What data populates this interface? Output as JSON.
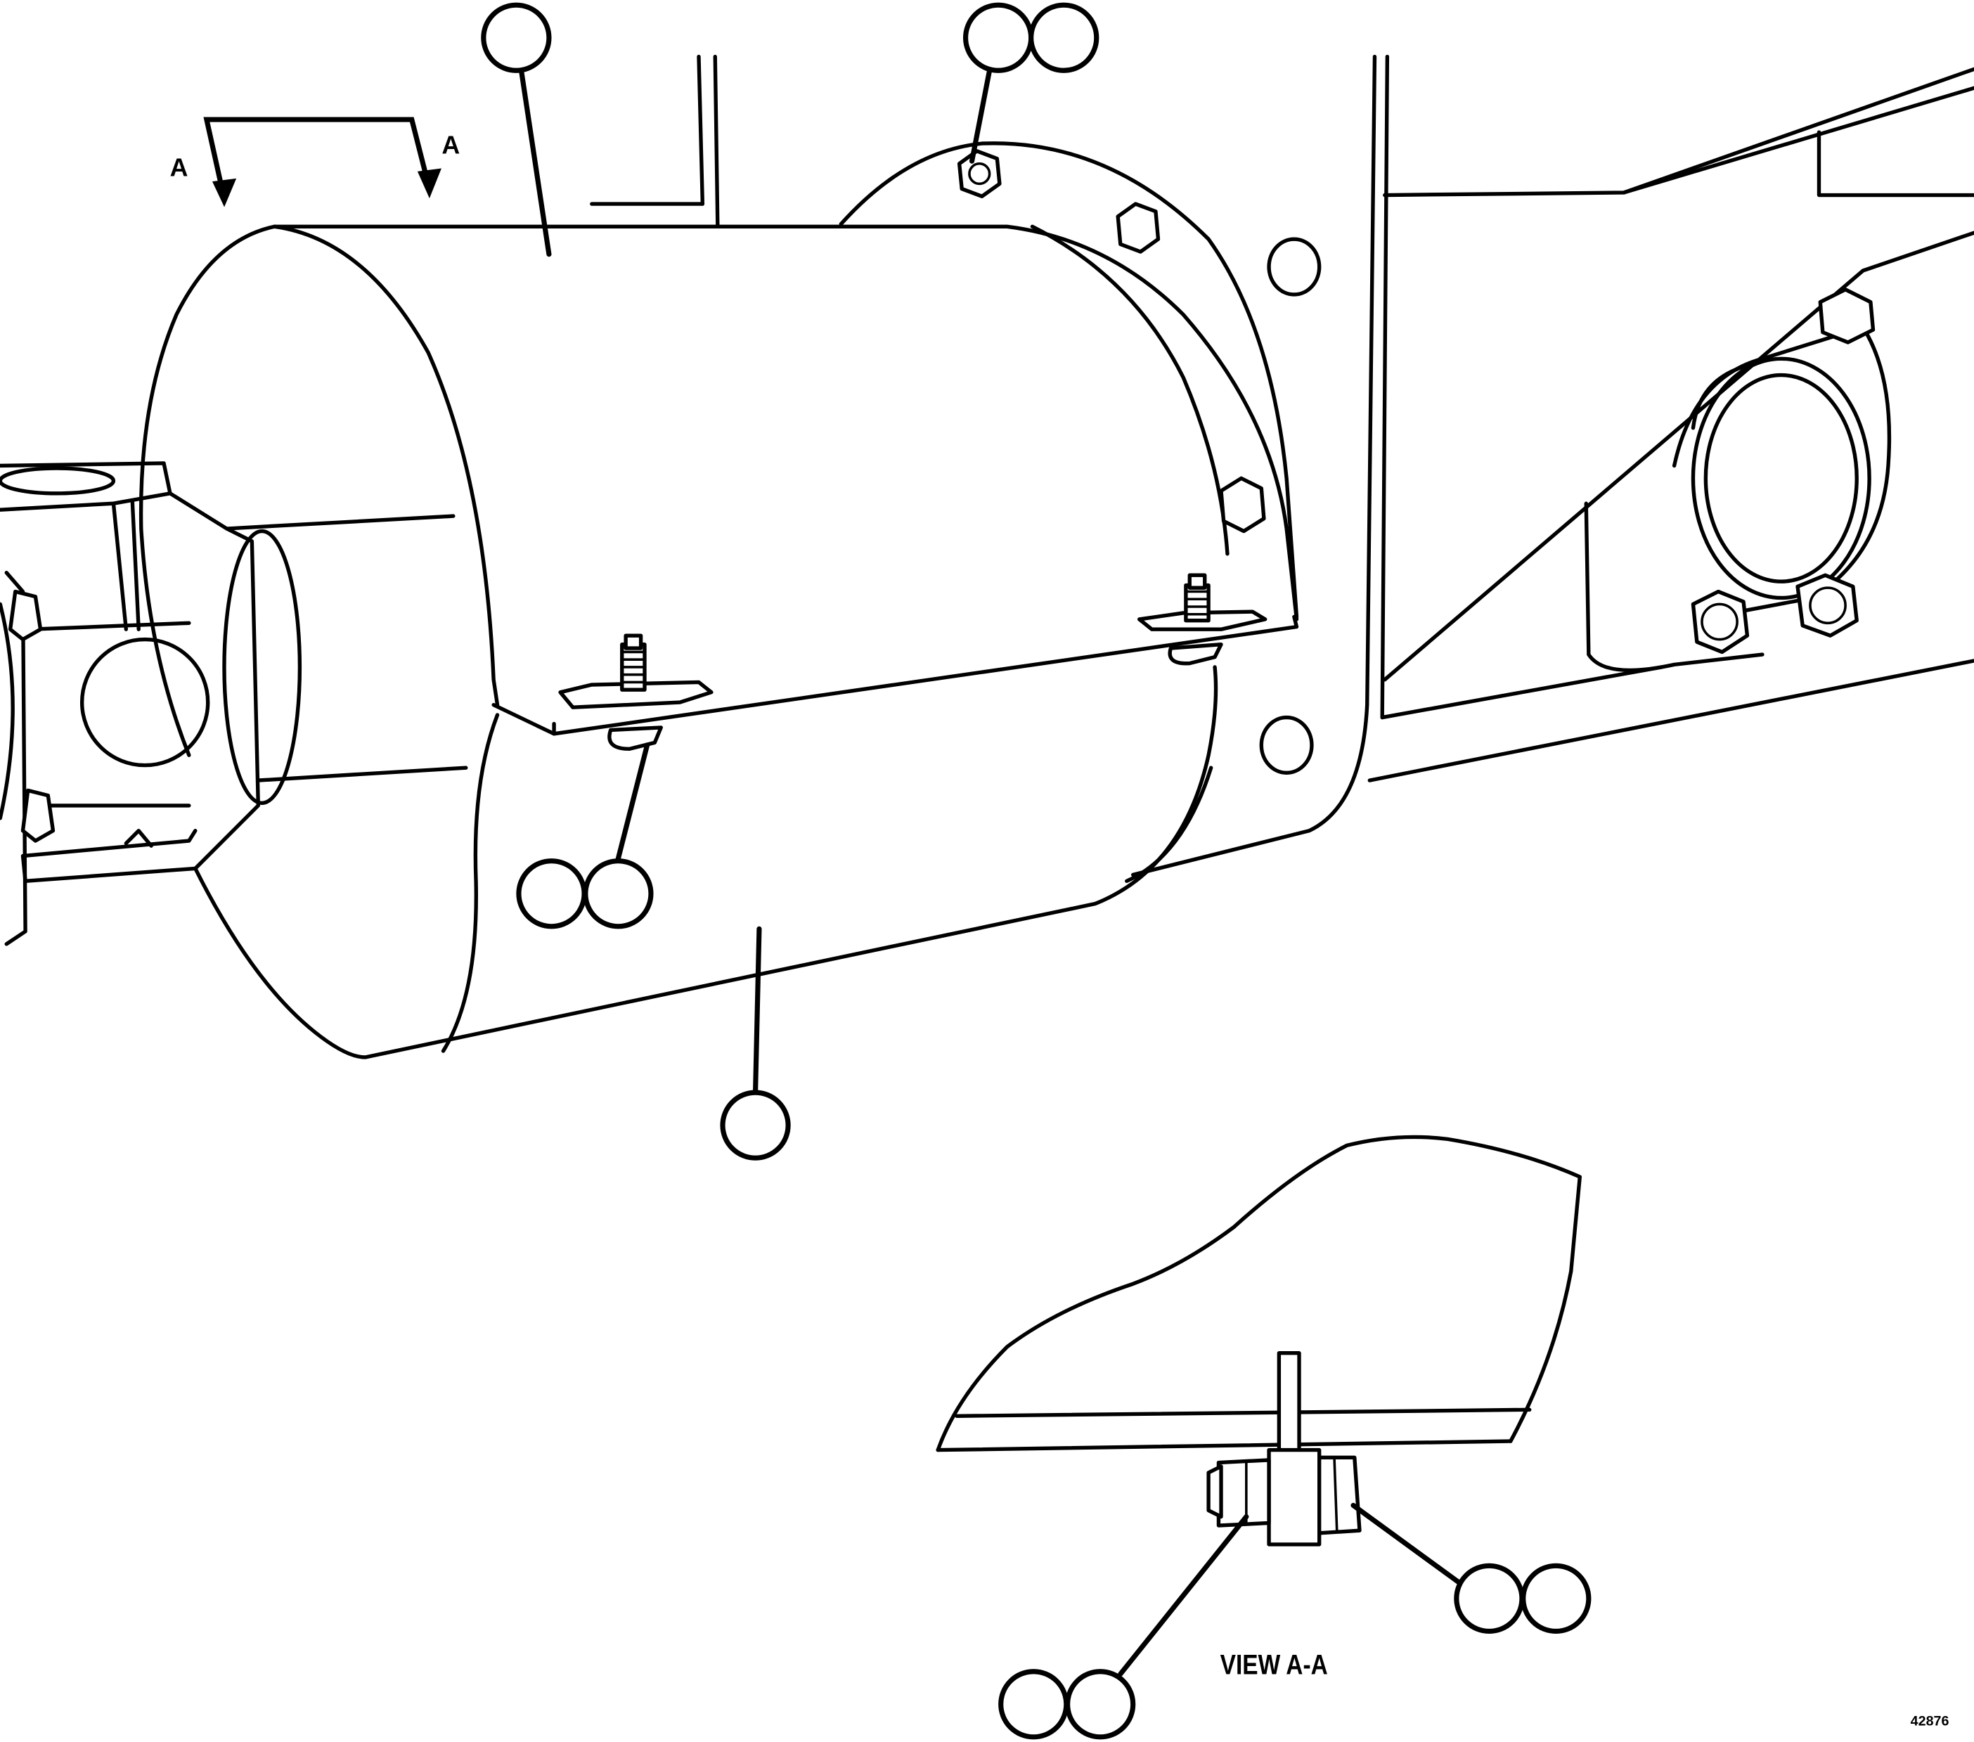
{
  "section_marker": {
    "left_letter": "A",
    "right_letter": "A"
  },
  "view_label": "VIEW A-A",
  "figure_number": "42876",
  "callouts": {
    "top_single": [
      ""
    ],
    "top_pair": [
      "",
      ""
    ],
    "middle_pair": [
      "",
      ""
    ],
    "bottom_single": [
      ""
    ],
    "detail_right_pair": [
      "",
      ""
    ],
    "detail_left_pair": [
      "",
      ""
    ]
  }
}
